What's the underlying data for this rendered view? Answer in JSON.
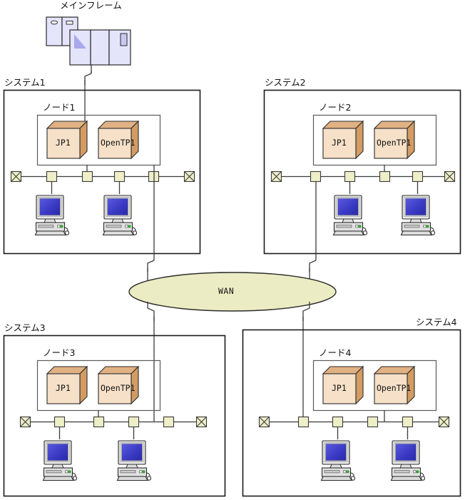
{
  "diagram": {
    "title_mainframe": "メインフレーム",
    "wan_label": "WAN",
    "colors": {
      "line": "#3b3b3b",
      "system_border": "#1a1a1a",
      "node_border": "#555555",
      "box_front": "#f6e0c8",
      "box_top": "#e0b183",
      "box_side": "#d39c63",
      "connector_fill": "#eeeec8",
      "terminator_fill": "#eeeec8",
      "wan_fill": "#ececc4",
      "mainframe_fill": "#e4e4fb",
      "mainframe_accent": "#a8a8ee",
      "screen_blue": "#3c3cc8",
      "case_gray": "#dcdcdc",
      "led_green": "#2fbf2f"
    },
    "mainframe": {
      "name": "mainframe-unit",
      "rear_panels": 2,
      "front_panels": 3
    },
    "systems": [
      {
        "id": "system1",
        "label": "システム1",
        "label_align": "left",
        "node": {
          "label": "ノード1",
          "products": [
            "JP1",
            "OpenTP1"
          ]
        },
        "bus": {
          "terminators": 2,
          "connectors": 4
        },
        "workstations": 2,
        "uplink": "mainframe",
        "downlink": "wan"
      },
      {
        "id": "system2",
        "label": "システム2",
        "label_align": "left",
        "node": {
          "label": "ノード2",
          "products": [
            "JP1",
            "OpenTP1"
          ]
        },
        "bus": {
          "terminators": 2,
          "connectors": 4
        },
        "workstations": 2,
        "uplink": "",
        "downlink": "wan"
      },
      {
        "id": "system3",
        "label": "システム3",
        "label_align": "left",
        "node": {
          "label": "ノード3",
          "products": [
            "JP1",
            "OpenTP1"
          ]
        },
        "bus": {
          "terminators": 2,
          "connectors": 4
        },
        "workstations": 2,
        "uplink": "wan",
        "downlink": ""
      },
      {
        "id": "system4",
        "label": "システム4",
        "label_align": "right",
        "node": {
          "label": "ノード4",
          "products": [
            "JP1",
            "OpenTP1"
          ]
        },
        "bus": {
          "terminators": 2,
          "connectors": 4
        },
        "workstations": 2,
        "uplink": "wan",
        "downlink": ""
      }
    ]
  }
}
